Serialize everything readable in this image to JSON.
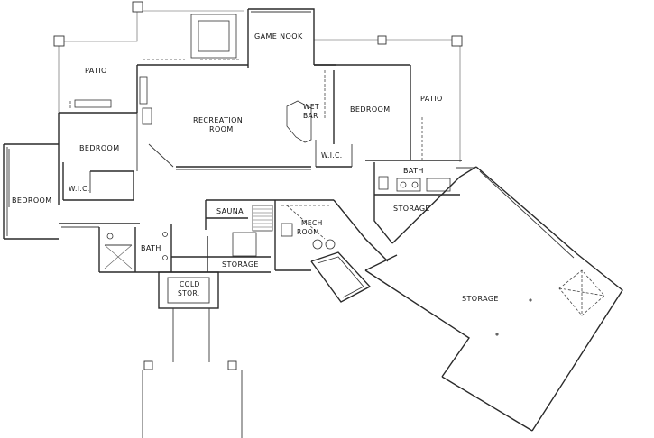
{
  "plan": {
    "rooms": {
      "patio_left": "PATIO",
      "game_nook": "GAME NOOK",
      "recreation_room_line1": "RECREATION",
      "recreation_room_line2": "ROOM",
      "wet_bar_line1": "WET",
      "wet_bar_line2": "BAR",
      "bedroom_center": "BEDROOM",
      "wic_center": "W.I.C.",
      "bedroom_left": "BEDROOM",
      "bedroom_right": "BEDROOM",
      "patio_right": "PATIO",
      "wic_right": "W.I.C.",
      "bath_right": "BATH",
      "storage_right": "STORAGE",
      "sauna": "SAUNA",
      "mech_room_line1": "MECH",
      "mech_room_line2": "ROOM",
      "bath_center": "BATH",
      "storage_center": "STORAGE",
      "cold_storage_line1": "COLD",
      "cold_storage_line2": "STOR.",
      "storage_garage": "STORAGE"
    }
  }
}
